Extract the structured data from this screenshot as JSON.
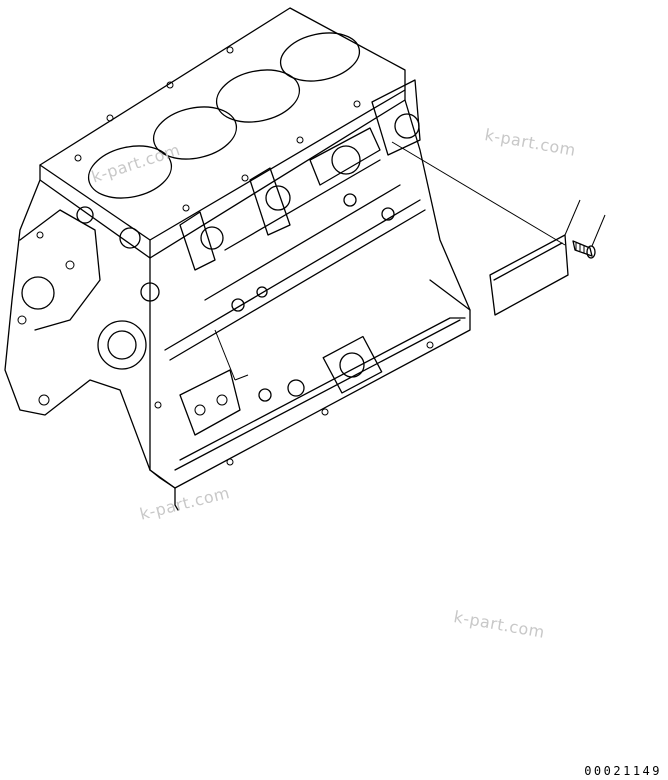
{
  "watermarks": [
    "k-part.com",
    "k-part.com",
    "k-part.com",
    "k-part.com"
  ],
  "figure_number": "00021149",
  "colors": {
    "line": "#000000",
    "watermark": "#c8c8c8",
    "background": "#ffffff"
  }
}
